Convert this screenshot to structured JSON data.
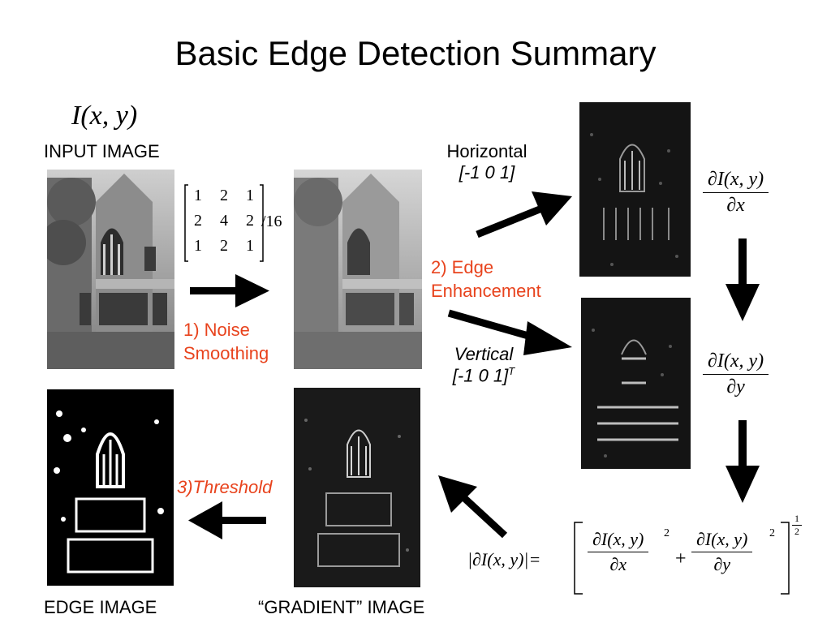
{
  "title": "Basic Edge Detection Summary",
  "input": {
    "formula": "I(x, y)",
    "label": "INPUT IMAGE"
  },
  "smoothing": {
    "kernel": [
      [
        "1",
        "2",
        "1"
      ],
      [
        "2",
        "4",
        "2"
      ],
      [
        "1",
        "2",
        "1"
      ]
    ],
    "divisor": "/16",
    "step_label_line1": "1) Noise",
    "step_label_line2": "Smoothing"
  },
  "enhancement": {
    "step_label_line1": "2) Edge",
    "step_label_line2": "Enhancement",
    "horizontal": {
      "name": "Horizontal",
      "kernel": "[-1 0 1]"
    },
    "vertical": {
      "name": "Vertical",
      "kernel": "[-1 0 1]",
      "superscript": "T"
    }
  },
  "derivatives": {
    "dx": {
      "numerator": "∂I(x, y)",
      "denominator": "∂x"
    },
    "dy": {
      "numerator": "∂I(x, y)",
      "denominator": "∂y"
    }
  },
  "magnitude": {
    "lhs": "|∂I(x, y)|=",
    "term1_num": "∂I(x, y)",
    "term1_den": "∂x",
    "term1_exp": "2",
    "plus": "+",
    "term2_num": "∂I(x, y)",
    "term2_den": "∂y",
    "term2_exp": "2",
    "outer_exp_num": "1",
    "outer_exp_den": "2"
  },
  "threshold": {
    "step_label": "3)Threshold"
  },
  "gradient": {
    "label": "“GRADIENT” IMAGE"
  },
  "edge": {
    "label": "EDGE IMAGE"
  },
  "colors": {
    "step_label": "#e8431d",
    "arrow": "#000000"
  }
}
